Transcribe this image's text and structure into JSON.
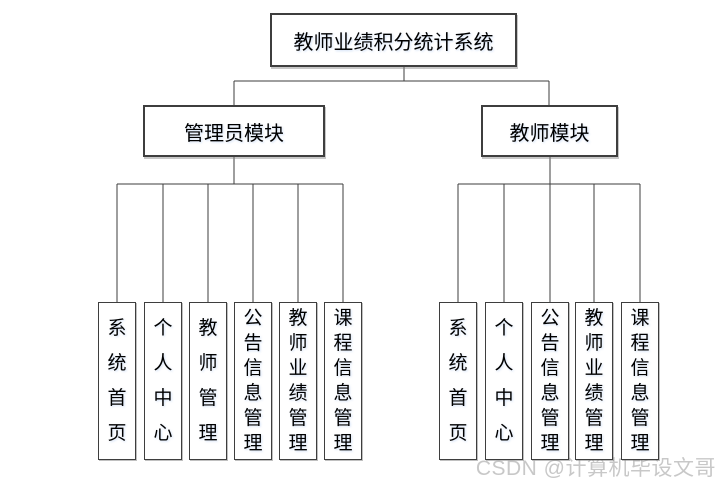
{
  "diagram": {
    "root": {
      "label": "教师业绩积分统计系统"
    },
    "branches": [
      {
        "label": "管理员模块",
        "children": [
          "系统首页",
          "个人中心",
          "教师管理",
          "公告信息管理",
          "教师业绩管理",
          "课程信息管理"
        ]
      },
      {
        "label": "教师模块",
        "children": [
          "系统首页",
          "个人中心",
          "公告信息管理",
          "教师业绩管理",
          "课程信息管理"
        ]
      }
    ]
  },
  "watermark": {
    "text": "CSDN @计算机毕设文哥"
  },
  "colors": {
    "line": "#3e3e3e",
    "box_border": "#3e3e3e",
    "box_fill": "#ffffff",
    "text": "#000000",
    "watermark": "#c8c8c8"
  }
}
